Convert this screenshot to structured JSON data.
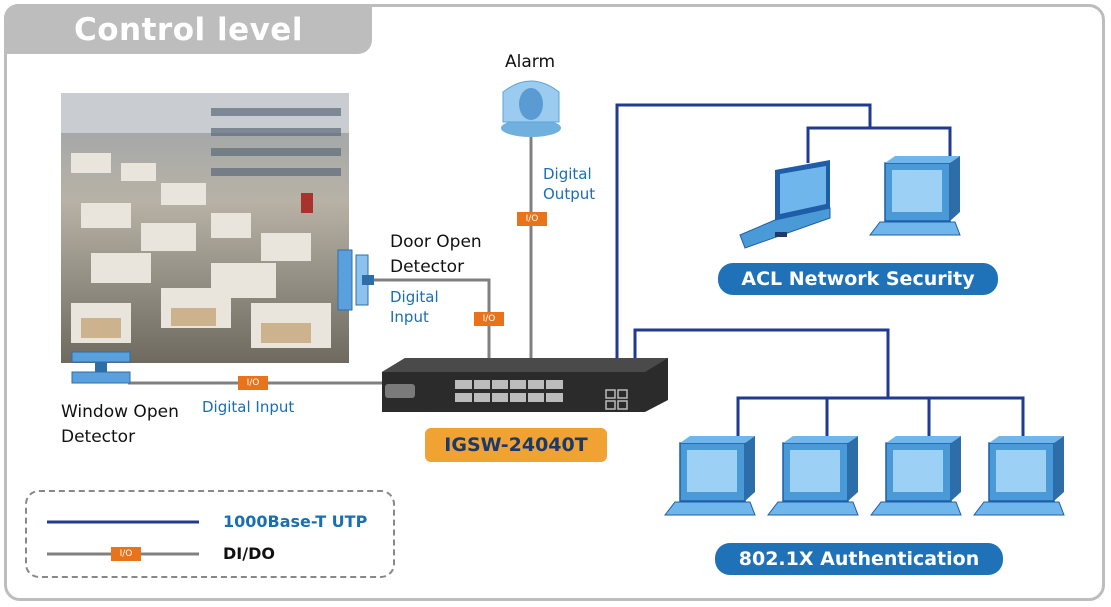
{
  "title": "Control level",
  "devices": {
    "alarm": "Alarm",
    "door_line1": "Door Open",
    "door_line2": "Detector",
    "window_line1": "Window Open",
    "window_line2": "Detector",
    "switch_model": "IGSW-24040T"
  },
  "signals": {
    "digital_output_l1": "Digital",
    "digital_output_l2": "Output",
    "digital_input_door_l1": "Digital",
    "digital_input_door_l2": "Input",
    "digital_input_window": "Digital Input",
    "io_tag": "I/O"
  },
  "groups": {
    "acl": "ACL Network Security",
    "auth": "802.1X Authentication"
  },
  "legend": {
    "utp_label": "1000Base-T UTP",
    "dido_label": "DI/DO",
    "io_tag": "I/O"
  },
  "colors": {
    "utp_line": "#1f3a8f",
    "dido_line": "#808080",
    "io_badge": "#e8731a",
    "pill_blue": "#1f72b8",
    "model_orange": "#f0a233",
    "frame_gray": "#bdbdbd"
  }
}
